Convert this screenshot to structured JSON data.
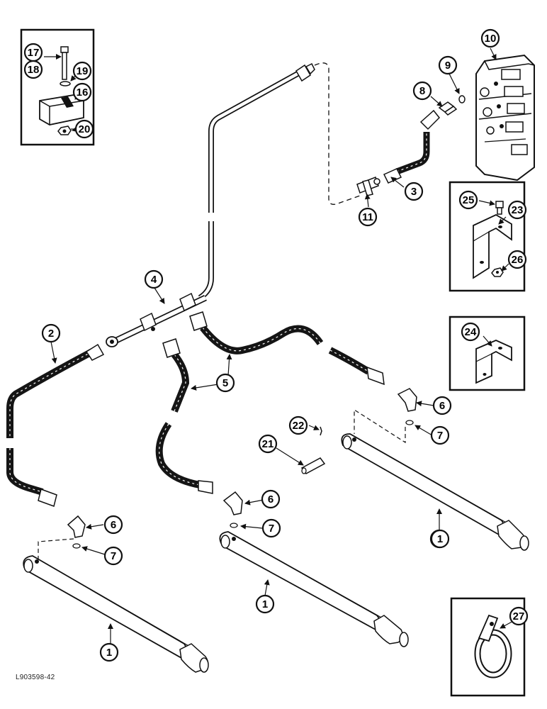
{
  "figure_id": "L903598-42",
  "callouts": [
    "1",
    "1",
    "1",
    "1",
    "2",
    "3",
    "4",
    "5",
    "6",
    "6",
    "6",
    "7",
    "7",
    "7",
    "8",
    "9",
    "10",
    "11",
    "16",
    "17",
    "18",
    "19",
    "20",
    "21",
    "22",
    "23",
    "24",
    "25",
    "26",
    "27"
  ],
  "colors": {
    "ink": "#111111",
    "hose": "#151515",
    "tube": "#ffffff",
    "paper": "#ffffff"
  }
}
